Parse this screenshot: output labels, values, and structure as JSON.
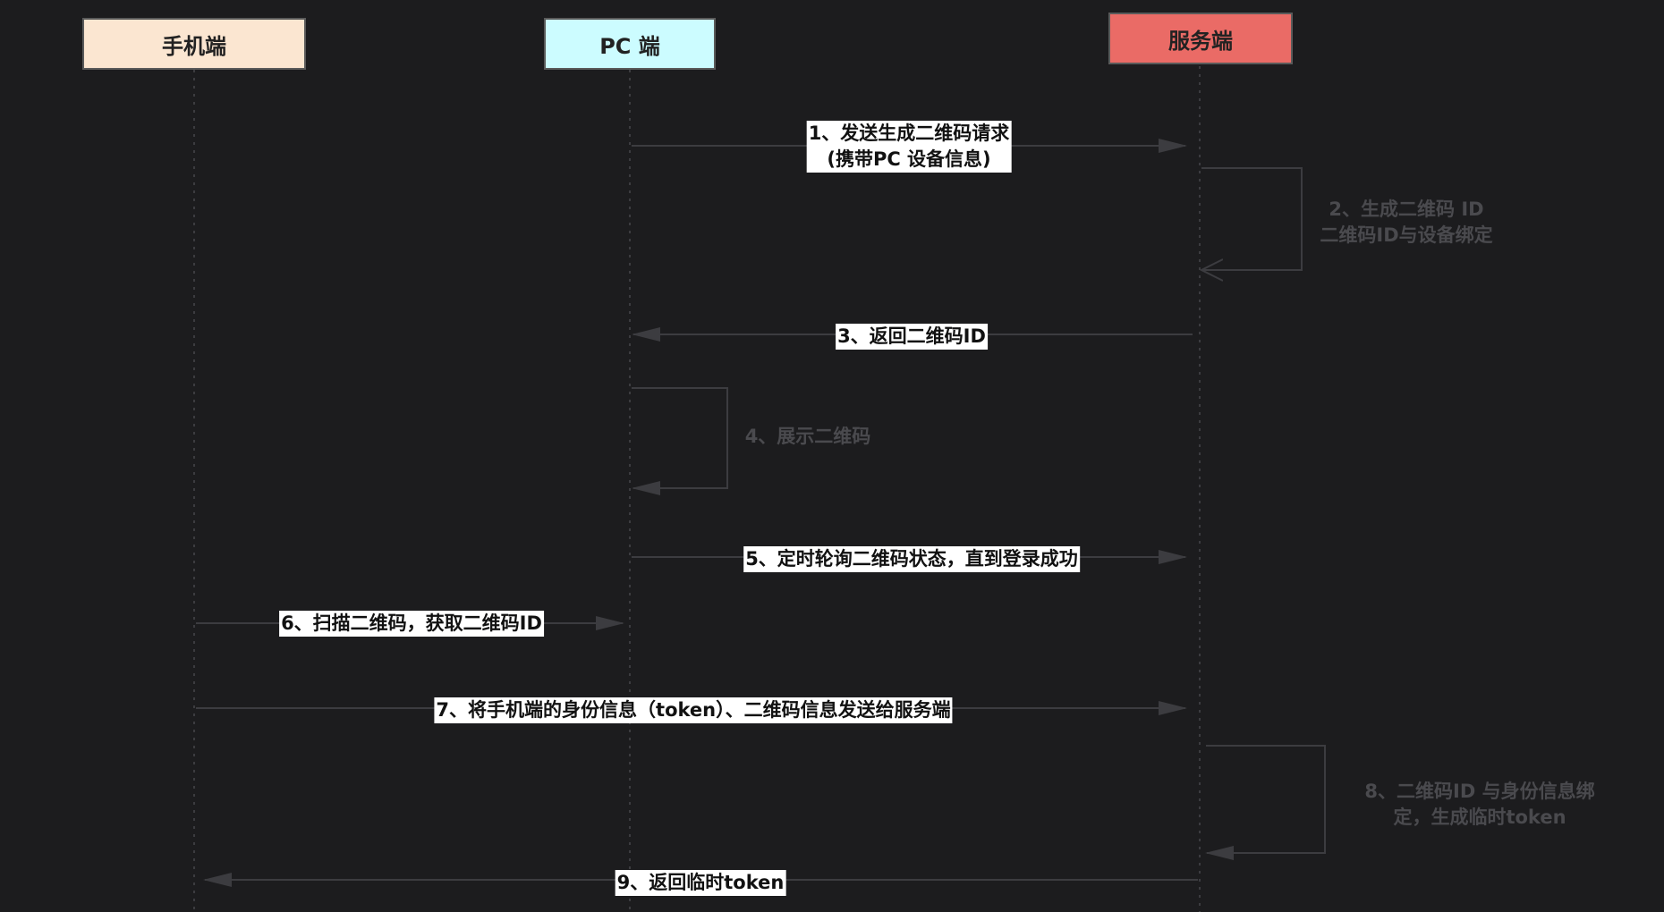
{
  "actors": [
    {
      "id": "mobile",
      "label": "手机端",
      "color": "#fbe6d1"
    },
    {
      "id": "pc",
      "label": "PC 端",
      "color": "#ccfcff"
    },
    {
      "id": "server",
      "label": "服务端",
      "color": "#ea6b66"
    }
  ],
  "messages": [
    {
      "label_lines": [
        "1、发送生成二维码请求",
        "(携带PC 设备信息)"
      ]
    },
    {
      "label_lines": [
        "2、生成二维码 ID",
        "二维码ID与设备绑定"
      ]
    },
    {
      "label_lines": [
        "3、返回二维码ID"
      ]
    },
    {
      "label_lines": [
        "4、展示二维码"
      ]
    },
    {
      "label_lines": [
        "5、定时轮询二维码状态，直到登录成功"
      ]
    },
    {
      "label_lines": [
        "6、扫描二维码，获取二维码ID"
      ]
    },
    {
      "label_lines": [
        "7、将手机端的身份信息（token）、二维码信息发送给服务端"
      ]
    },
    {
      "label_lines": [
        "8、二维码ID 与身份信息绑",
        "定，生成临时token"
      ]
    },
    {
      "label_lines": [
        "9、返回临时token"
      ]
    }
  ],
  "colors": {
    "background": "#1c1c1e",
    "line": "#3c3c40",
    "label_bg": "#ffffff",
    "note_text": "#4a4a4e"
  }
}
